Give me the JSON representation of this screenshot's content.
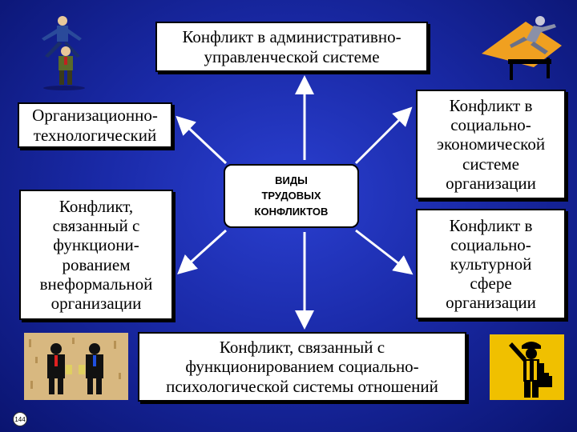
{
  "center": {
    "text": "ВИДЫ\nТРУДОВЫХ\nКОНФЛИКТОВ"
  },
  "boxes": {
    "top": "Конфликт в административно-\nуправленческой системе",
    "left1": "Организационно-\nтехнологический",
    "left2": "Конфликт,\nсвязанный с\nфункциони-\nрованием\nвнеформальной\nорганизации",
    "right1": "Конфликт в\nсоциально-\nэкономической\nсистеме\nорганизации",
    "right2": "Конфликт в\nсоциально-\nкультурной\nсфере\nорганизации",
    "bottom": "Конфликт, связанный с\nфункционированием социально-\nпсихологической системы отношений"
  },
  "page_number": "144",
  "illustrations": {
    "top_left": "leapfrog-businessmen-clipart",
    "top_right": "hurdle-jumper-clipart",
    "bottom_left": "two-businessmen-clipart",
    "bottom_right": "worker-with-toolbox-clipart"
  },
  "colors": {
    "background": "#1a2aa8",
    "box_fill": "#ffffff",
    "arrow": "#ffffff"
  }
}
